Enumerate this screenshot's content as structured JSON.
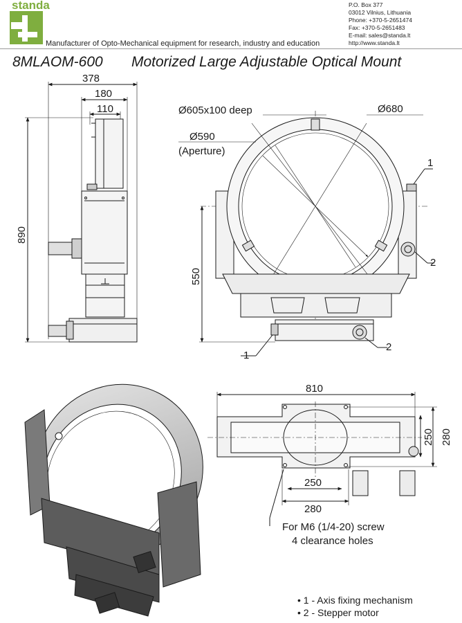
{
  "header": {
    "brand": "standa",
    "tagline": "Manufacturer of Opto-Mechanical equipment for research, industry and education",
    "contact": [
      "P.O. Box 377",
      "03012 Vilnius, Lithuania",
      "Phone: +370-5-2651474",
      "Fax: +370-5-2651483",
      "E-mail: sales@standa.lt",
      "http://www.standa.lt"
    ]
  },
  "product": {
    "model": "8MLAOM-600",
    "title": "Motorized Large Adjustable Optical Mount"
  },
  "dimensions": {
    "side_width_total": "378",
    "side_width_mid": "180",
    "side_width_inner": "110",
    "side_height": "890",
    "front_mount_diameter": "Ø605x100 deep",
    "front_outer_diameter": "Ø680",
    "front_aperture_diameter": "Ø590",
    "front_aperture_label": "(Aperture)",
    "front_center_height": "550",
    "callout_1": "1",
    "callout_2": "2",
    "top_width": "810",
    "top_hole_spacing_x1": "250",
    "top_hole_spacing_x2": "280",
    "top_hole_spacing_y1": "250",
    "top_hole_spacing_y2": "280",
    "screw_note_line1": "For M6 (1/4-20) screw",
    "screw_note_line2": "4 clearance holes"
  },
  "legend": [
    "• 1  -  Axis fixing mechanism",
    "• 2  -  Stepper motor"
  ],
  "colors": {
    "brand_green": "#7fae3f",
    "line": "#1a1a1a",
    "metal_light": "#d8d8d8",
    "metal_dark": "#555555"
  }
}
